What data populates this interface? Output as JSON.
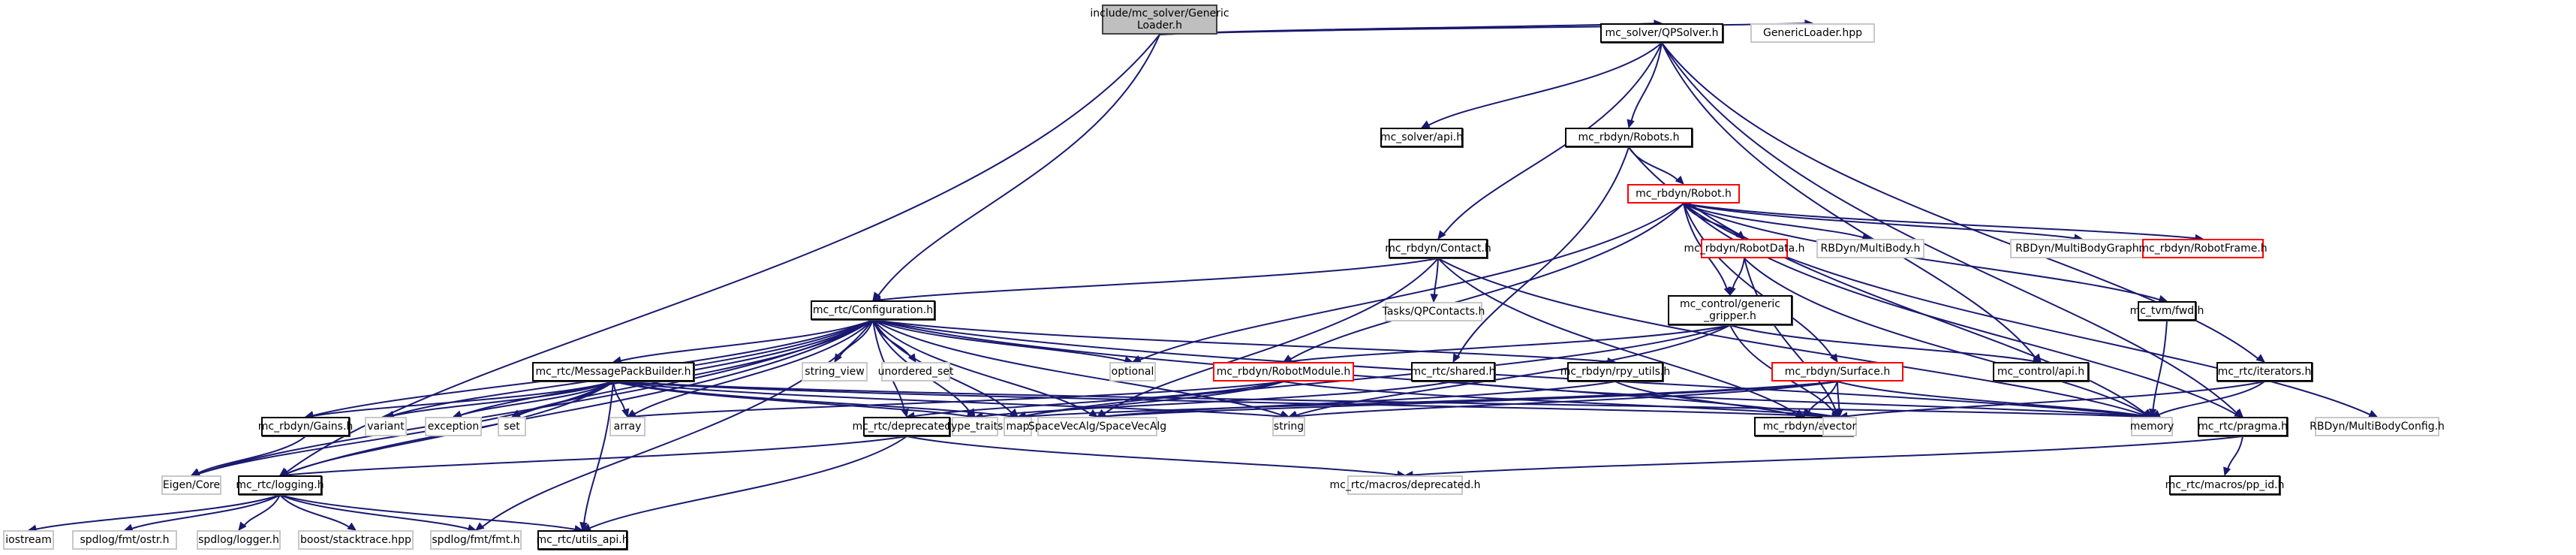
{
  "title": "include/mc_solver/GenericLoader.h include dependency graph",
  "colors": {
    "edge": "#191970",
    "root_fill": "#bfbfbf",
    "documented_border": "#000000",
    "external_border": "#c8c8c8",
    "truncated_border": "#ff0000"
  },
  "nodes": [
    {
      "id": "root",
      "label": "include/mc_solver/Generic\nLoader.h",
      "kind": "root"
    },
    {
      "id": "qpsolver",
      "label": "mc_solver/QPSolver.h",
      "kind": "doc"
    },
    {
      "id": "genericloader_hpp",
      "label": "GenericLoader.hpp",
      "kind": "ext"
    },
    {
      "id": "solver_api",
      "label": "mc_solver/api.h",
      "kind": "doc"
    },
    {
      "id": "robots",
      "label": "mc_rbdyn/Robots.h",
      "kind": "doc"
    },
    {
      "id": "robot",
      "label": "mc_rbdyn/Robot.h",
      "kind": "red"
    },
    {
      "id": "contact",
      "label": "mc_rbdyn/Contact.h",
      "kind": "doc"
    },
    {
      "id": "robotdata",
      "label": "mc_rbdyn/RobotData.h",
      "kind": "red"
    },
    {
      "id": "multibody",
      "label": "RBDyn/MultiBody.h",
      "kind": "ext"
    },
    {
      "id": "multibodygraph",
      "label": "RBDyn/MultiBodyGraph.h",
      "kind": "ext"
    },
    {
      "id": "robotframe",
      "label": "mc_rbdyn/RobotFrame.h",
      "kind": "red"
    },
    {
      "id": "configuration",
      "label": "mc_rtc/Configuration.h",
      "kind": "doc"
    },
    {
      "id": "qpcontacts",
      "label": "Tasks/QPContacts.h",
      "kind": "ext"
    },
    {
      "id": "generic_gripper",
      "label": "mc_control/generic\n_gripper.h",
      "kind": "doc"
    },
    {
      "id": "tvm_fwd",
      "label": "mc_tvm/fwd.h",
      "kind": "doc"
    },
    {
      "id": "string_view",
      "label": "string_view",
      "kind": "ext"
    },
    {
      "id": "unordered_set",
      "label": "unordered_set",
      "kind": "ext"
    },
    {
      "id": "optional",
      "label": "optional",
      "kind": "ext"
    },
    {
      "id": "robotmodule",
      "label": "mc_rbdyn/RobotModule.h",
      "kind": "red"
    },
    {
      "id": "shared",
      "label": "mc_rtc/shared.h",
      "kind": "doc"
    },
    {
      "id": "rpy_utils",
      "label": "mc_rbdyn/rpy_utils.h",
      "kind": "doc"
    },
    {
      "id": "surface",
      "label": "mc_rbdyn/Surface.h",
      "kind": "red"
    },
    {
      "id": "control_api",
      "label": "mc_control/api.h",
      "kind": "doc"
    },
    {
      "id": "iterators",
      "label": "mc_rtc/iterators.h",
      "kind": "doc"
    },
    {
      "id": "messagepack",
      "label": "mc_rtc/MessagePackBuilder.h",
      "kind": "doc"
    },
    {
      "id": "gains",
      "label": "mc_rbdyn/Gains.h",
      "kind": "doc"
    },
    {
      "id": "variant",
      "label": "variant",
      "kind": "ext"
    },
    {
      "id": "exception",
      "label": "exception",
      "kind": "ext"
    },
    {
      "id": "set",
      "label": "set",
      "kind": "ext"
    },
    {
      "id": "array",
      "label": "array",
      "kind": "ext"
    },
    {
      "id": "deprecated",
      "label": "mc_rtc/deprecated.h",
      "kind": "doc"
    },
    {
      "id": "type_traits",
      "label": "type_traits",
      "kind": "ext"
    },
    {
      "id": "map",
      "label": "map",
      "kind": "ext"
    },
    {
      "id": "spacevecalg",
      "label": "SpaceVecAlg/SpaceVecAlg",
      "kind": "ext"
    },
    {
      "id": "string",
      "label": "string",
      "kind": "ext"
    },
    {
      "id": "rbdyn_api",
      "label": "mc_rbdyn/api.h",
      "kind": "doc"
    },
    {
      "id": "vector",
      "label": "vector",
      "kind": "ext"
    },
    {
      "id": "memory",
      "label": "memory",
      "kind": "ext"
    },
    {
      "id": "pragma",
      "label": "mc_rtc/pragma.h",
      "kind": "doc"
    },
    {
      "id": "multibodyconfig",
      "label": "RBDyn/MultiBodyConfig.h",
      "kind": "ext"
    },
    {
      "id": "eigen_core",
      "label": "Eigen/Core",
      "kind": "ext"
    },
    {
      "id": "logging",
      "label": "mc_rtc/logging.h",
      "kind": "doc"
    },
    {
      "id": "macros_deprecated",
      "label": "mc_rtc/macros/deprecated.h",
      "kind": "ext"
    },
    {
      "id": "pp_id",
      "label": "mc_rtc/macros/pp_id.h",
      "kind": "doc"
    },
    {
      "id": "iostream",
      "label": "iostream",
      "kind": "ext"
    },
    {
      "id": "fmt_ostr",
      "label": "spdlog/fmt/ostr.h",
      "kind": "ext"
    },
    {
      "id": "spdlog_logger",
      "label": "spdlog/logger.h",
      "kind": "ext"
    },
    {
      "id": "stacktrace",
      "label": "boost/stacktrace.hpp",
      "kind": "ext"
    },
    {
      "id": "fmt_fmt",
      "label": "spdlog/fmt/fmt.h",
      "kind": "ext"
    },
    {
      "id": "utils_api",
      "label": "mc_rtc/utils_api.h",
      "kind": "doc"
    }
  ],
  "edges": [
    [
      "root",
      "qpsolver"
    ],
    [
      "root",
      "genericloader_hpp"
    ],
    [
      "root",
      "configuration"
    ],
    [
      "root",
      "logging"
    ],
    [
      "qpsolver",
      "solver_api"
    ],
    [
      "qpsolver",
      "robots"
    ],
    [
      "qpsolver",
      "contact"
    ],
    [
      "qpsolver",
      "control_api"
    ],
    [
      "qpsolver",
      "pragma"
    ],
    [
      "qpsolver",
      "iterators"
    ],
    [
      "robots",
      "robot"
    ],
    [
      "robots",
      "shared"
    ],
    [
      "robots",
      "memory"
    ],
    [
      "robot",
      "robotdata"
    ],
    [
      "robot",
      "multibody"
    ],
    [
      "robot",
      "multibodygraph"
    ],
    [
      "robot",
      "robotframe"
    ],
    [
      "robot",
      "tvm_fwd"
    ],
    [
      "robot",
      "generic_gripper"
    ],
    [
      "robot",
      "robotmodule"
    ],
    [
      "robot",
      "surface"
    ],
    [
      "robot",
      "optional"
    ],
    [
      "robot",
      "multibodyconfig"
    ],
    [
      "robot",
      "pragma"
    ],
    [
      "contact",
      "configuration"
    ],
    [
      "contact",
      "qpcontacts"
    ],
    [
      "contact",
      "spacevecalg"
    ],
    [
      "contact",
      "rbdyn_api"
    ],
    [
      "contact",
      "memory"
    ],
    [
      "robotdata",
      "generic_gripper"
    ],
    [
      "robotdata",
      "vector"
    ],
    [
      "robotdata",
      "memory"
    ],
    [
      "generic_gripper",
      "control_api"
    ],
    [
      "generic_gripper",
      "robotmodule"
    ],
    [
      "generic_gripper",
      "string"
    ],
    [
      "generic_gripper",
      "vector"
    ],
    [
      "generic_gripper",
      "map"
    ],
    [
      "tvm_fwd",
      "memory"
    ],
    [
      "configuration",
      "messagepack"
    ],
    [
      "configuration",
      "string_view"
    ],
    [
      "configuration",
      "unordered_set"
    ],
    [
      "configuration",
      "optional"
    ],
    [
      "configuration",
      "rpy_utils"
    ],
    [
      "configuration",
      "gains"
    ],
    [
      "configuration",
      "deprecated"
    ],
    [
      "configuration",
      "logging"
    ],
    [
      "configuration",
      "eigen_core"
    ],
    [
      "configuration",
      "variant"
    ],
    [
      "configuration",
      "exception"
    ],
    [
      "configuration",
      "set"
    ],
    [
      "configuration",
      "array"
    ],
    [
      "configuration",
      "map"
    ],
    [
      "configuration",
      "type_traits"
    ],
    [
      "configuration",
      "string"
    ],
    [
      "configuration",
      "vector"
    ],
    [
      "configuration",
      "memory"
    ],
    [
      "configuration",
      "fmt_fmt"
    ],
    [
      "configuration",
      "spacevecalg"
    ],
    [
      "robotmodule",
      "deprecated"
    ],
    [
      "robotmodule",
      "map"
    ],
    [
      "robotmodule",
      "array"
    ],
    [
      "robotmodule",
      "vector"
    ],
    [
      "shared",
      "type_traits"
    ],
    [
      "shared",
      "memory"
    ],
    [
      "rpy_utils",
      "spacevecalg"
    ],
    [
      "rpy_utils",
      "rbdyn_api"
    ],
    [
      "surface",
      "string"
    ],
    [
      "surface",
      "vector"
    ],
    [
      "surface",
      "memory"
    ],
    [
      "surface",
      "rbdyn_api"
    ],
    [
      "surface",
      "spacevecalg"
    ],
    [
      "surface",
      "map"
    ],
    [
      "iterators",
      "vector"
    ],
    [
      "iterators",
      "memory"
    ],
    [
      "messagepack",
      "gains"
    ],
    [
      "messagepack",
      "variant"
    ],
    [
      "messagepack",
      "exception"
    ],
    [
      "messagepack",
      "set"
    ],
    [
      "messagepack",
      "array"
    ],
    [
      "messagepack",
      "map"
    ],
    [
      "messagepack",
      "type_traits"
    ],
    [
      "messagepack",
      "string"
    ],
    [
      "messagepack",
      "vector"
    ],
    [
      "messagepack",
      "memory"
    ],
    [
      "messagepack",
      "utils_api"
    ],
    [
      "messagepack",
      "logging"
    ],
    [
      "messagepack",
      "eigen_core"
    ],
    [
      "gains",
      "eigen_core"
    ],
    [
      "deprecated",
      "macros_deprecated"
    ],
    [
      "deprecated",
      "logging"
    ],
    [
      "deprecated",
      "utils_api"
    ],
    [
      "pragma",
      "macros_deprecated"
    ],
    [
      "pragma",
      "pp_id"
    ],
    [
      "logging",
      "iostream"
    ],
    [
      "logging",
      "fmt_ostr"
    ],
    [
      "logging",
      "spdlog_logger"
    ],
    [
      "logging",
      "stacktrace"
    ],
    [
      "logging",
      "fmt_fmt"
    ],
    [
      "logging",
      "utils_api"
    ]
  ]
}
